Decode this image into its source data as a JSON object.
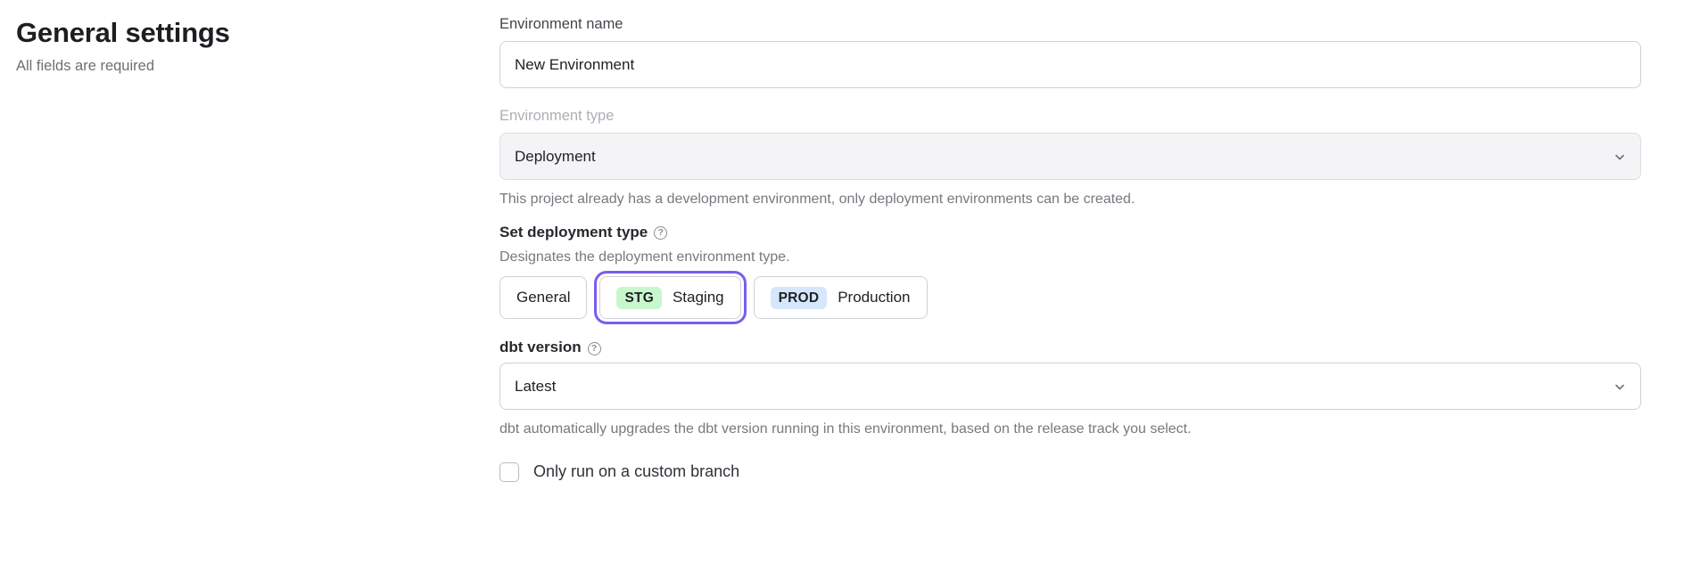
{
  "header": {
    "title": "General settings",
    "subtitle": "All fields are required"
  },
  "form": {
    "environment_name": {
      "label": "Environment name",
      "value": "New Environment",
      "placeholder": "Environment name"
    },
    "environment_type": {
      "label": "Environment type",
      "value": "Deployment",
      "help_text": "This project already has a development environment, only deployment environments can be created.",
      "disabled": true,
      "chevron_icon": "chevron-down-icon"
    },
    "deployment_type": {
      "label": "Set deployment type",
      "help_icon": "help-circle-icon",
      "help_glyph": "?",
      "description": "Designates the deployment environment type.",
      "options": [
        {
          "badge": "",
          "label": "General",
          "selected": false
        },
        {
          "badge": "STG",
          "label": "Staging",
          "selected": true
        },
        {
          "badge": "PROD",
          "label": "Production",
          "selected": false
        }
      ]
    },
    "dbt_version": {
      "label": "dbt version",
      "help_icon": "help-circle-icon",
      "help_glyph": "?",
      "value": "Latest",
      "help_text": "dbt automatically upgrades the dbt version running in this environment, based on the release track you select.",
      "chevron_icon": "chevron-down-icon"
    },
    "custom_branch": {
      "label": "Only run on a custom branch",
      "checked": false
    }
  },
  "colors": {
    "focus_ring": "#7c5cf0",
    "badge_stg_bg": "#c9f7cd",
    "badge_prod_bg": "#d6e6fd",
    "border": "#cfd1d6",
    "muted_text": "#77797f"
  }
}
